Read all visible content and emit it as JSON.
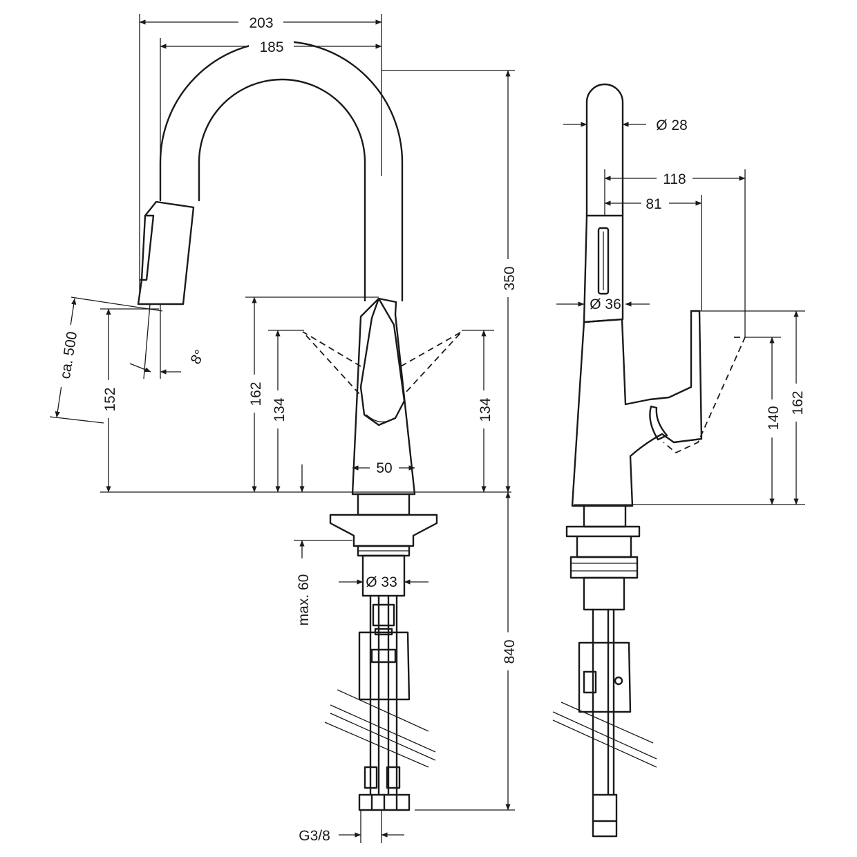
{
  "dimensions": {
    "d203": "203",
    "d185": "185",
    "d350": "350",
    "d840": "840",
    "d_ca500": "ca. 500",
    "d8deg": "8°",
    "d152": "152",
    "d162_front": "162",
    "d134_left": "134",
    "d134_right": "134",
    "d50": "50",
    "d_max60": "max. 60",
    "d_dia33": "Ø 33",
    "d_g38": "G3/8",
    "d_dia28": "Ø 28",
    "d118": "118",
    "d81": "81",
    "d_dia36": "Ø 36",
    "d140": "140",
    "d162_side": "162"
  }
}
